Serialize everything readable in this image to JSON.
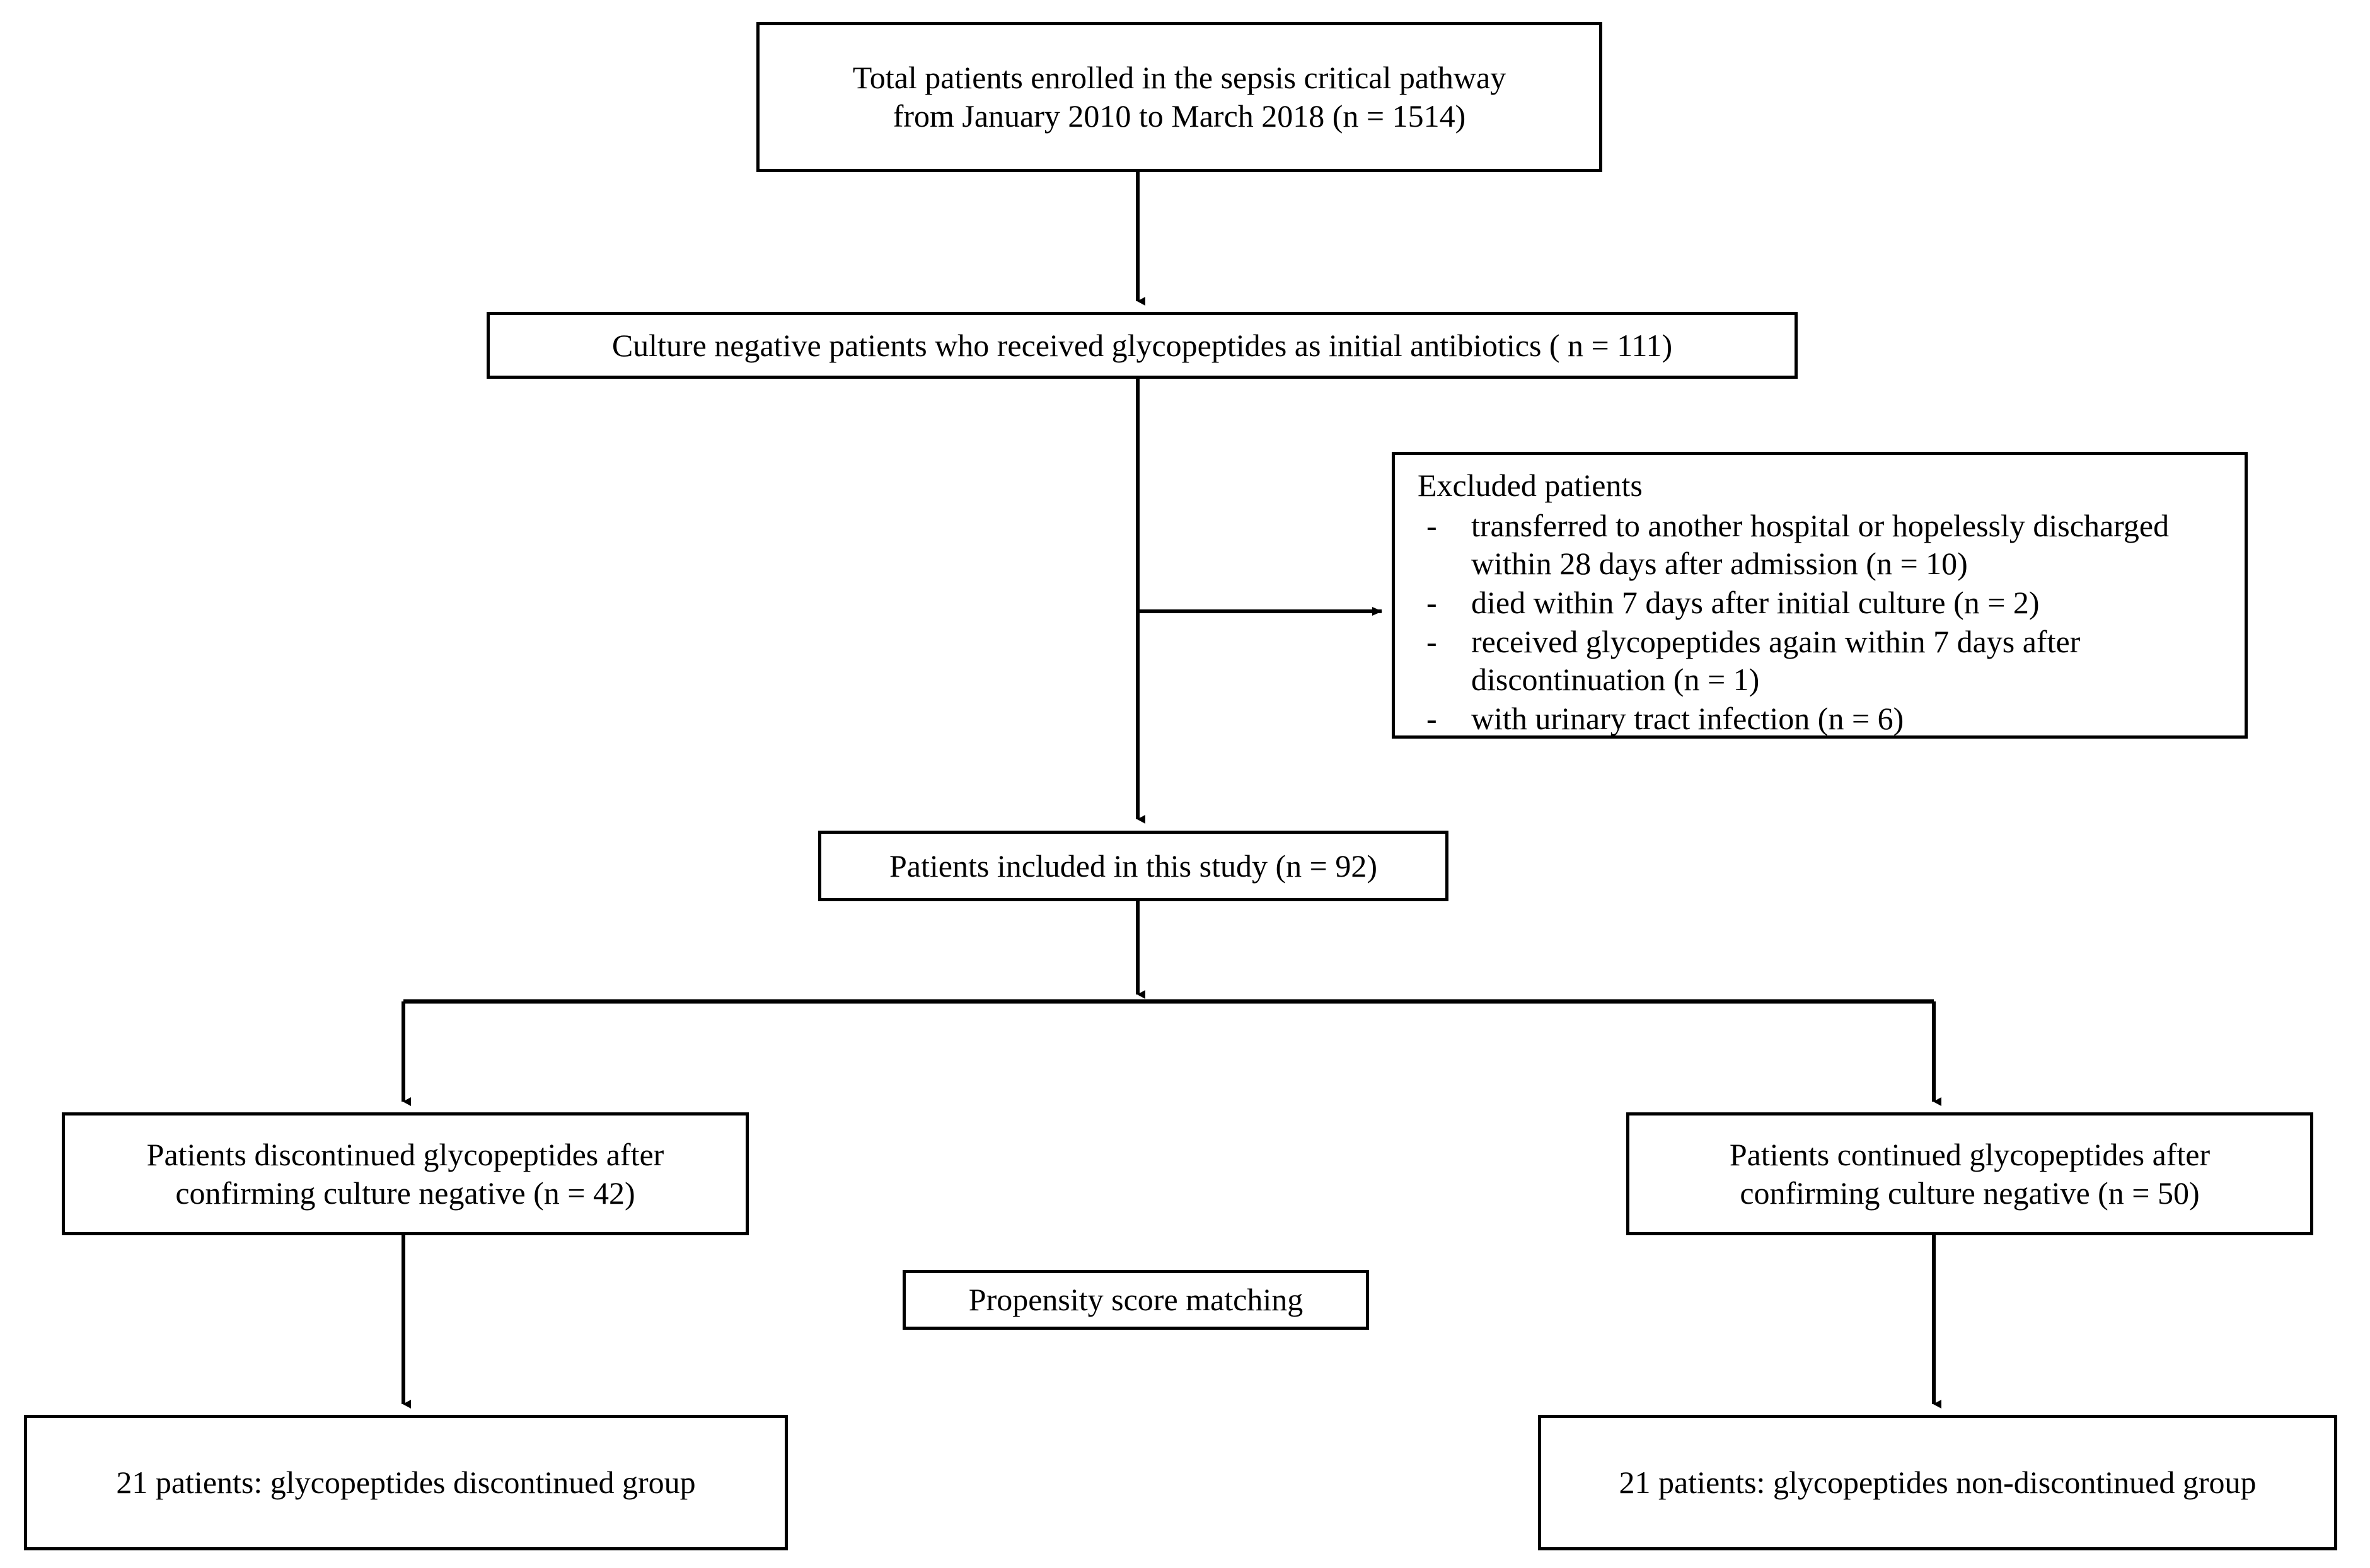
{
  "figure": {
    "type": "flowchart",
    "orientation": "top-down",
    "background_color": "#ffffff",
    "line_color": "#000000",
    "text_color": "#000000"
  },
  "nodes": {
    "total_enrolled": {
      "label": "Total patients enrolled in the sepsis critical pathway\nfrom January 2010 to March 2018 (n = 1514)",
      "n": 1514
    },
    "culture_negative": {
      "label": "Culture negative patients who received glycopeptides as initial antibiotics ( n = 111)",
      "n": 111
    },
    "excluded": {
      "title": "Excluded patients",
      "bullet": "-",
      "items": [
        {
          "text": "transferred to another hospital or hopelessly\ndischarged within 28 days after admission (n = 10)",
          "n": 10
        },
        {
          "text": "died within 7 days after initial culture (n = 2)",
          "n": 2
        },
        {
          "text": "received glycopeptides again within 7 days after\ndiscontinuation (n = 1)",
          "n": 1
        },
        {
          "text": "with urinary tract infection (n = 6)",
          "n": 6
        }
      ]
    },
    "included": {
      "label": "Patients included in this study (n = 92)",
      "n": 92
    },
    "discontinued": {
      "label": "Patients discontinued glycopeptides after\nconfirming culture negative (n = 42)",
      "n": 42
    },
    "continued": {
      "label": "Patients continued glycopeptides after\nconfirming culture negative (n = 50)",
      "n": 50
    },
    "propensity": {
      "label": "Propensity score matching"
    },
    "discontinued_group": {
      "label": "21 patients: glycopeptides discontinued group",
      "n": 21
    },
    "non_discontinued_group": {
      "label": "21 patients: glycopeptides non-discontinued group",
      "n": 21
    }
  },
  "edges": [
    {
      "from": "total_enrolled",
      "to": "culture_negative",
      "arrow": "down"
    },
    {
      "from": "culture_negative",
      "to": "excluded",
      "arrow": "right"
    },
    {
      "from": "culture_negative",
      "to": "included",
      "arrow": "down"
    },
    {
      "from": "included",
      "to": "discontinued",
      "arrow": "down-split-left"
    },
    {
      "from": "included",
      "to": "continued",
      "arrow": "down-split-right"
    },
    {
      "from": "discontinued",
      "to": "discontinued_group",
      "arrow": "down"
    },
    {
      "from": "continued",
      "to": "non_discontinued_group",
      "arrow": "down"
    }
  ]
}
